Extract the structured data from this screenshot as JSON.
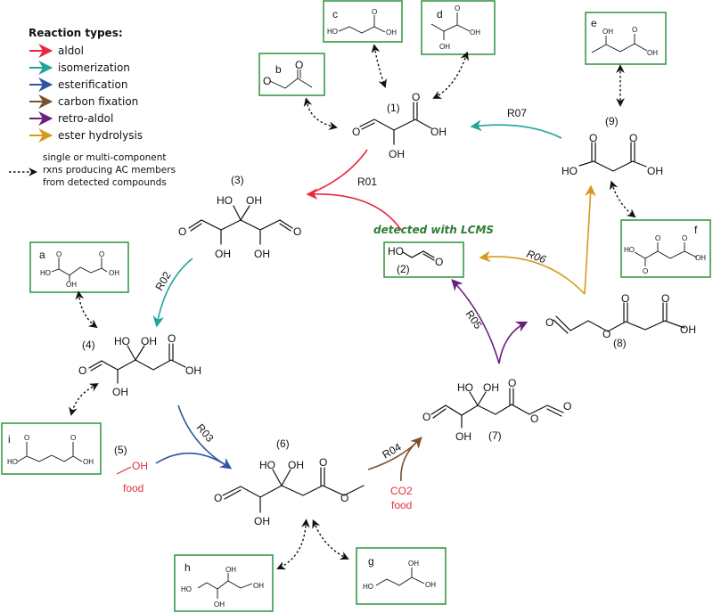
{
  "legend": {
    "title": "Reaction types:",
    "items": [
      {
        "label": "aldol",
        "color": "#e8283f"
      },
      {
        "label": "isomerization",
        "color": "#1fa59a"
      },
      {
        "label": "esterification",
        "color": "#2f55a4"
      },
      {
        "label": "carbon fixation",
        "color": "#7a5230"
      },
      {
        "label": "retro-aldol",
        "color": "#6b1f7c"
      },
      {
        "label": "ester hydrolysis",
        "color": "#d39a1e"
      }
    ],
    "dashed_note": [
      "single or multi-component",
      "rxns producing AC members",
      "from detected compounds"
    ]
  },
  "compounds": {
    "c1": "(1)",
    "c2": "(2)",
    "c3": "(3)",
    "c4": "(4)",
    "c5": "(5)",
    "c6": "(6)",
    "c7": "(7)",
    "c8": "(8)",
    "c9": "(9)"
  },
  "boxes": {
    "a": "a",
    "b": "b",
    "c": "c",
    "d": "d",
    "e": "e",
    "f": "f",
    "g": "g",
    "h": "h",
    "i": "i"
  },
  "reactions": {
    "R01": "R01",
    "R02": "R02",
    "R03": "R03",
    "R04": "R04",
    "R05": "R05",
    "R06": "R06",
    "R07": "R07"
  },
  "annotations": {
    "detected": "detected with LCMS",
    "food5": "food",
    "co2": "CO2",
    "food4": "food"
  },
  "atoms": {
    "O": "O",
    "OH": "OH",
    "HO": "HO"
  },
  "colors": {
    "box_border": "#3a9a48",
    "food_text": "#e0303a",
    "lcms_text": "#2e7d32"
  }
}
